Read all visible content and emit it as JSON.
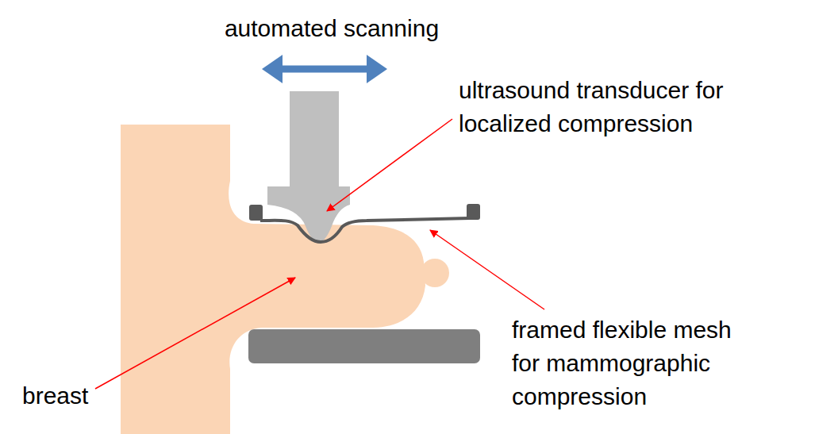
{
  "diagram": {
    "labels": [
      "automated scanning",
      "ultrasound transducer for localized compression",
      "breast",
      "framed flexible mesh for mammographic compression"
    ]
  }
}
